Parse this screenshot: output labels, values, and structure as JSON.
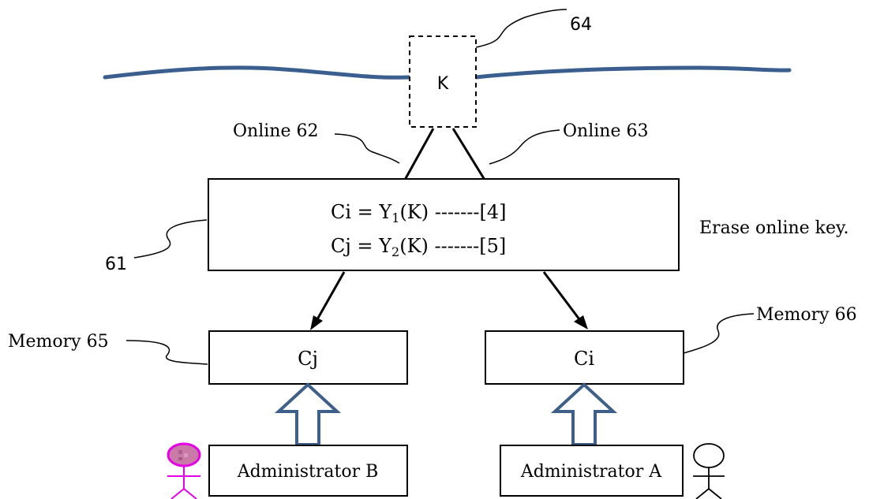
{
  "key_box": {
    "label": "K",
    "ref": "64"
  },
  "links": {
    "online_left": "Online 62",
    "online_right": "Online 63"
  },
  "processor": {
    "ref": "61",
    "eq1": {
      "lhs": "Ci = Y",
      "sub": "1",
      "rhs": "(K) -------[4]"
    },
    "eq2": {
      "lhs": "Cj = Y",
      "sub": "2",
      "rhs": "(K) -------[5]"
    }
  },
  "note": "Erase online key.",
  "memory_left": {
    "label": "Memory 65",
    "value": "Cj"
  },
  "memory_right": {
    "label": "Memory 66",
    "value": "Ci"
  },
  "admin_left": {
    "label": "Administrator B"
  },
  "admin_right": {
    "label": "Administrator A"
  },
  "colors": {
    "network_line": "#3a5f8f",
    "arrow_outline": "#3e5f8a",
    "admin_b_figure": "#e600e6",
    "admin_b_blur": "#c97aa6",
    "text": "#000000"
  }
}
